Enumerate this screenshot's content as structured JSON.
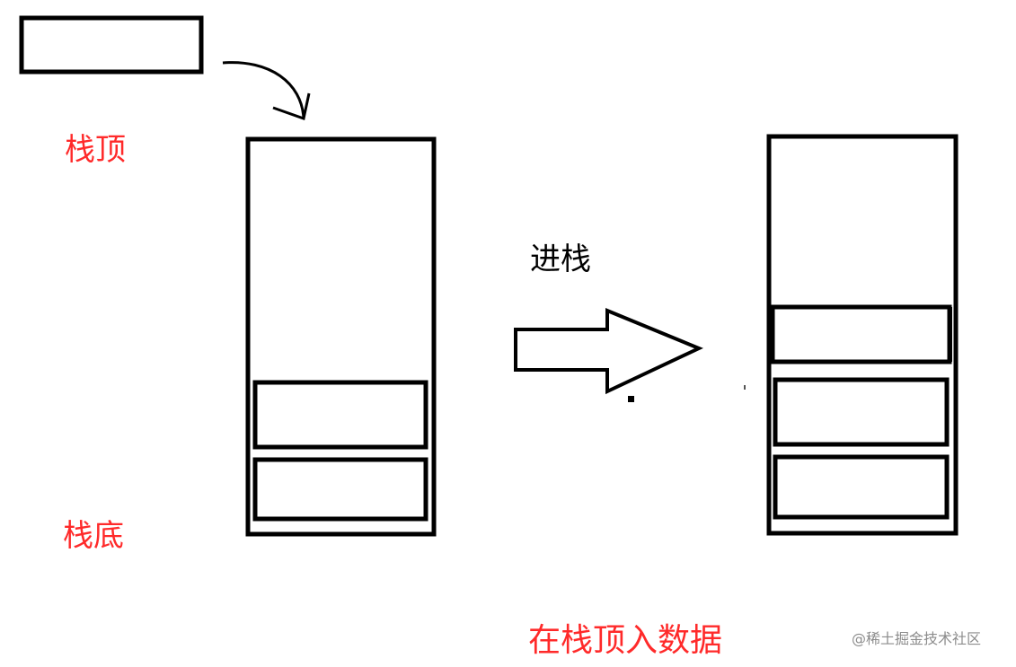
{
  "labels": {
    "stack_top": "栈顶",
    "stack_bottom": "栈底",
    "push": "进栈",
    "caption": "在栈顶入数据",
    "watermark": "@稀土掘金技术社区"
  },
  "colors": {
    "outline": "#000000",
    "annotation": "#ff2a2a",
    "text": "#000000",
    "watermark": "#8c8c8c",
    "background": "#ffffff"
  },
  "stacks": {
    "before": {
      "element_count": 2
    },
    "after": {
      "element_count": 3
    }
  }
}
